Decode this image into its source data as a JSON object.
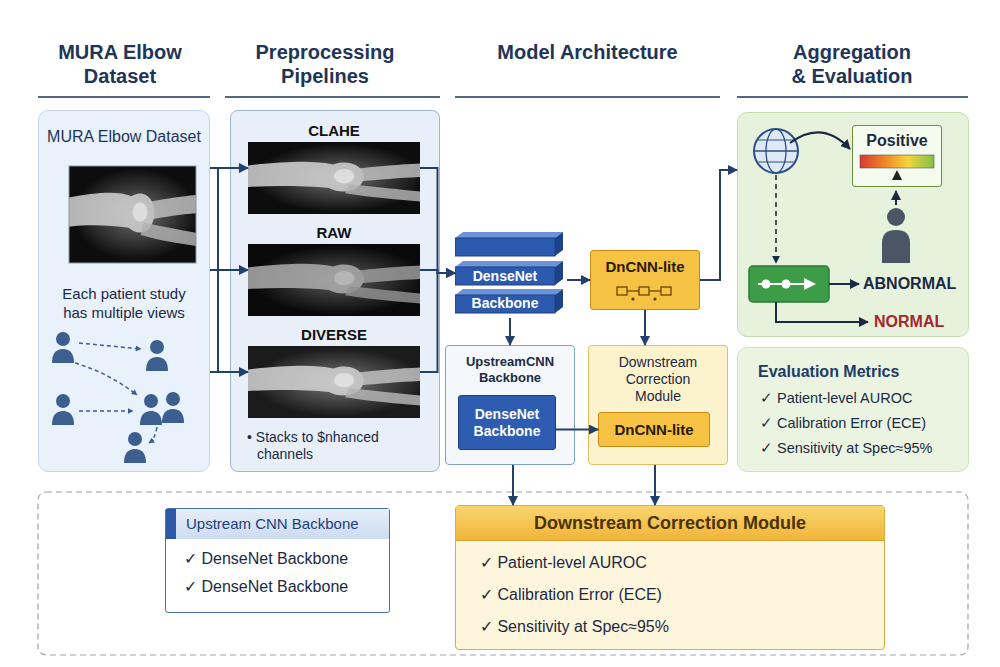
{
  "diagram": {
    "nodes": [
      {
        "text": [
          "MURA Elbow Dataset",
          "Each patient study has multiple views"
        ]
      },
      {
        "text": [
          "• Stacks to $nhanced channels"
        ]
      },
      {
        "text": [
          "CLAHE"
        ],
        "in": 1
      },
      {
        "text": [
          "RAW"
        ],
        "in": 1
      },
      {
        "text": [
          "DIVERSE"
        ],
        "in": 1
      },
      {
        "text": [
          "DenseNet Backbone"
        ]
      },
      {
        "text": [
          "DnCNN-lite"
        ]
      },
      {
        "text": [
          "UpstreamCNN Backbone"
        ]
      },
      {
        "text": [
          "DenseNet Backbone"
        ],
        "in": 7
      },
      {
        "text": [
          "Downstream Correction Module"
        ]
      },
      {
        "text": [
          "DnCNN-lite"
        ],
        "in": 9
      },
      {
        "text": [
          "ABNORMAL",
          "NORMAL"
        ]
      },
      {
        "text": [
          "Positive"
        ],
        "in": 11
      },
      {
        "text": [
          "Evaluation Metrics",
          "✓ Patient-level AUROC",
          "✓ Calibration Error (ECE)",
          "✓ Sensitivity at Spec≈95%"
        ]
      },
      {
        "text": [
          "Upstream CNN Backbone",
          "✓ DenseNet Backbone",
          "✓ DenseNet Backbone"
        ]
      },
      {
        "text": [
          "Downstream Correction Module",
          "✓ Patient-level AUROC",
          "✓ Calibration Error (ECE)",
          "✓ Sensitivity at Spec≈95%"
        ]
      }
    ],
    "edges": [
      {
        "from": 0,
        "to": 2,
        "arrow": "to"
      },
      {
        "from": 0,
        "to": 3,
        "arrow": "to"
      },
      {
        "from": 0,
        "to": 4,
        "arrow": "to"
      },
      {
        "from": 2,
        "to": 5,
        "arrow": "to"
      },
      {
        "from": 3,
        "to": 5,
        "arrow": "to"
      },
      {
        "from": 4,
        "to": 5,
        "arrow": "to"
      },
      {
        "from": 5,
        "to": 6,
        "arrow": "to"
      },
      {
        "from": 6,
        "to": 11,
        "arrow": "to"
      },
      {
        "from": 5,
        "to": 7,
        "arrow": "to"
      },
      {
        "from": 6,
        "to": 9,
        "arrow": "to"
      },
      {
        "from": 8,
        "to": 10,
        "arrow": "to"
      },
      {
        "from": 7,
        "to": 15,
        "arrow": "to"
      },
      {
        "from": 9,
        "to": 15,
        "arrow": "to"
      }
    ],
    "labels": [
      "MURA Elbow Dataset",
      "Preprocessing Pipelines",
      "Model Architecture",
      "Aggregation & Evaluation"
    ]
  }
}
